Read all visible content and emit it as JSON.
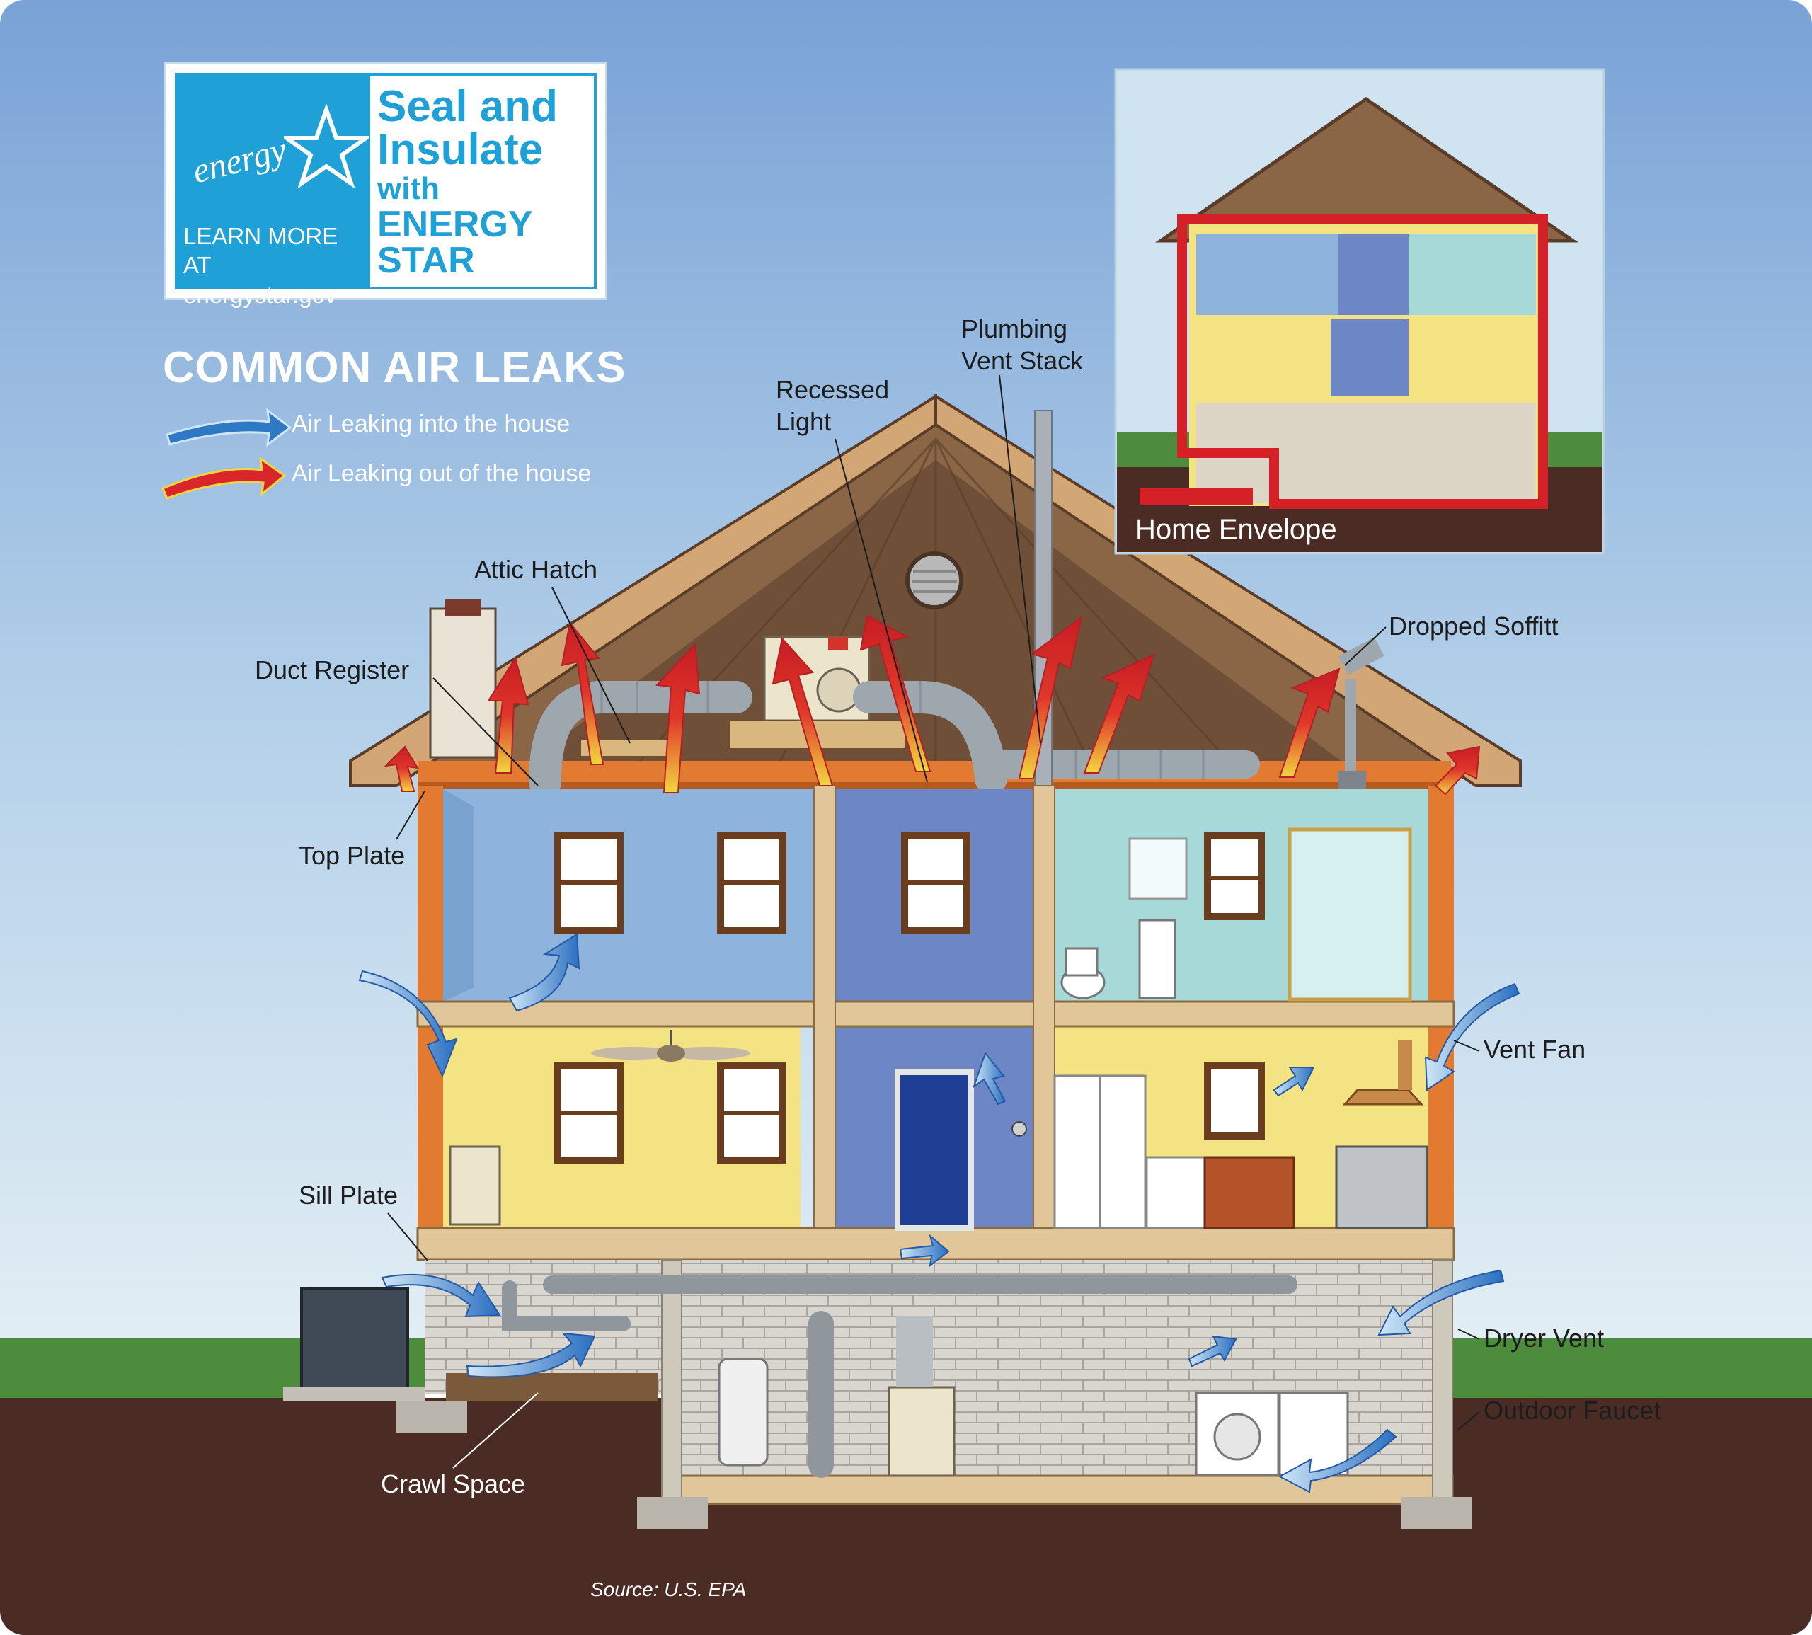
{
  "logo": {
    "brand_script": "energy",
    "learn_more": "LEARN MORE AT",
    "website": "energystar.gov",
    "title_line1": "Seal and",
    "title_line2": "Insulate",
    "title_line3": "with",
    "title_line4": "ENERGY STAR"
  },
  "legend": {
    "title": "COMMON AIR LEAKS",
    "items": [
      {
        "text": "Air Leaking into the house",
        "color": "#2f78c4"
      },
      {
        "text": "Air Leaking out of the house",
        "color": "#d9262a"
      }
    ]
  },
  "inset": {
    "label": "Home Envelope",
    "envelope_color": "#d62028"
  },
  "callouts": {
    "recessed_light": [
      "Recessed",
      "Light"
    ],
    "plumbing_vent_stack": [
      "Plumbing",
      "Vent Stack"
    ],
    "attic_hatch": "Attic Hatch",
    "duct_register": "Duct Register",
    "dropped_soffit": "Dropped Soffitt",
    "top_plate": "Top Plate",
    "vent_fan": "Vent Fan",
    "sill_plate": "Sill Plate",
    "dryer_vent": "Dryer Vent",
    "outdoor_faucet": "Outdoor Faucet",
    "crawl_space": "Crawl Space"
  },
  "source": "Source: U.S. EPA",
  "colors": {
    "sky_top": "#7aa3d6",
    "sky_bottom": "#d7e8f2",
    "grass": "#4c8c3c",
    "soil": "#4a2c25",
    "roof_wood": "#c99a63",
    "insulation": "#e06a2a",
    "leak_in": "#2f78c4",
    "leak_out": "#d9262a"
  }
}
